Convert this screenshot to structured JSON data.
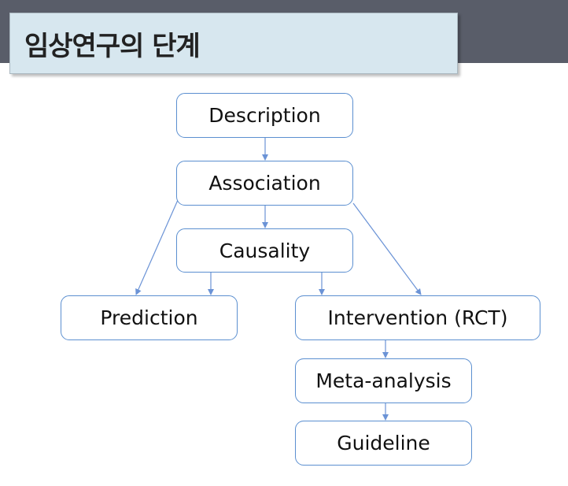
{
  "header": {
    "title": "임상연구의 단계"
  },
  "diagram": {
    "nodes": {
      "description": "Description",
      "association": "Association",
      "causality": "Causality",
      "prediction": "Prediction",
      "intervention": "Intervention (RCT)",
      "meta_analysis": "Meta-analysis",
      "guideline": "Guideline"
    },
    "edges": [
      [
        "Description",
        "Association"
      ],
      [
        "Association",
        "Causality"
      ],
      [
        "Association",
        "Prediction"
      ],
      [
        "Association",
        "Intervention (RCT)"
      ],
      [
        "Causality",
        "Prediction"
      ],
      [
        "Causality",
        "Intervention (RCT)"
      ],
      [
        "Intervention (RCT)",
        "Meta-analysis"
      ],
      [
        "Meta-analysis",
        "Guideline"
      ]
    ],
    "colors": {
      "node_border": "#5b8fd0",
      "arrow": "#6b93d6",
      "header_band": "#595d69",
      "title_box": "#d7e7ef"
    }
  }
}
